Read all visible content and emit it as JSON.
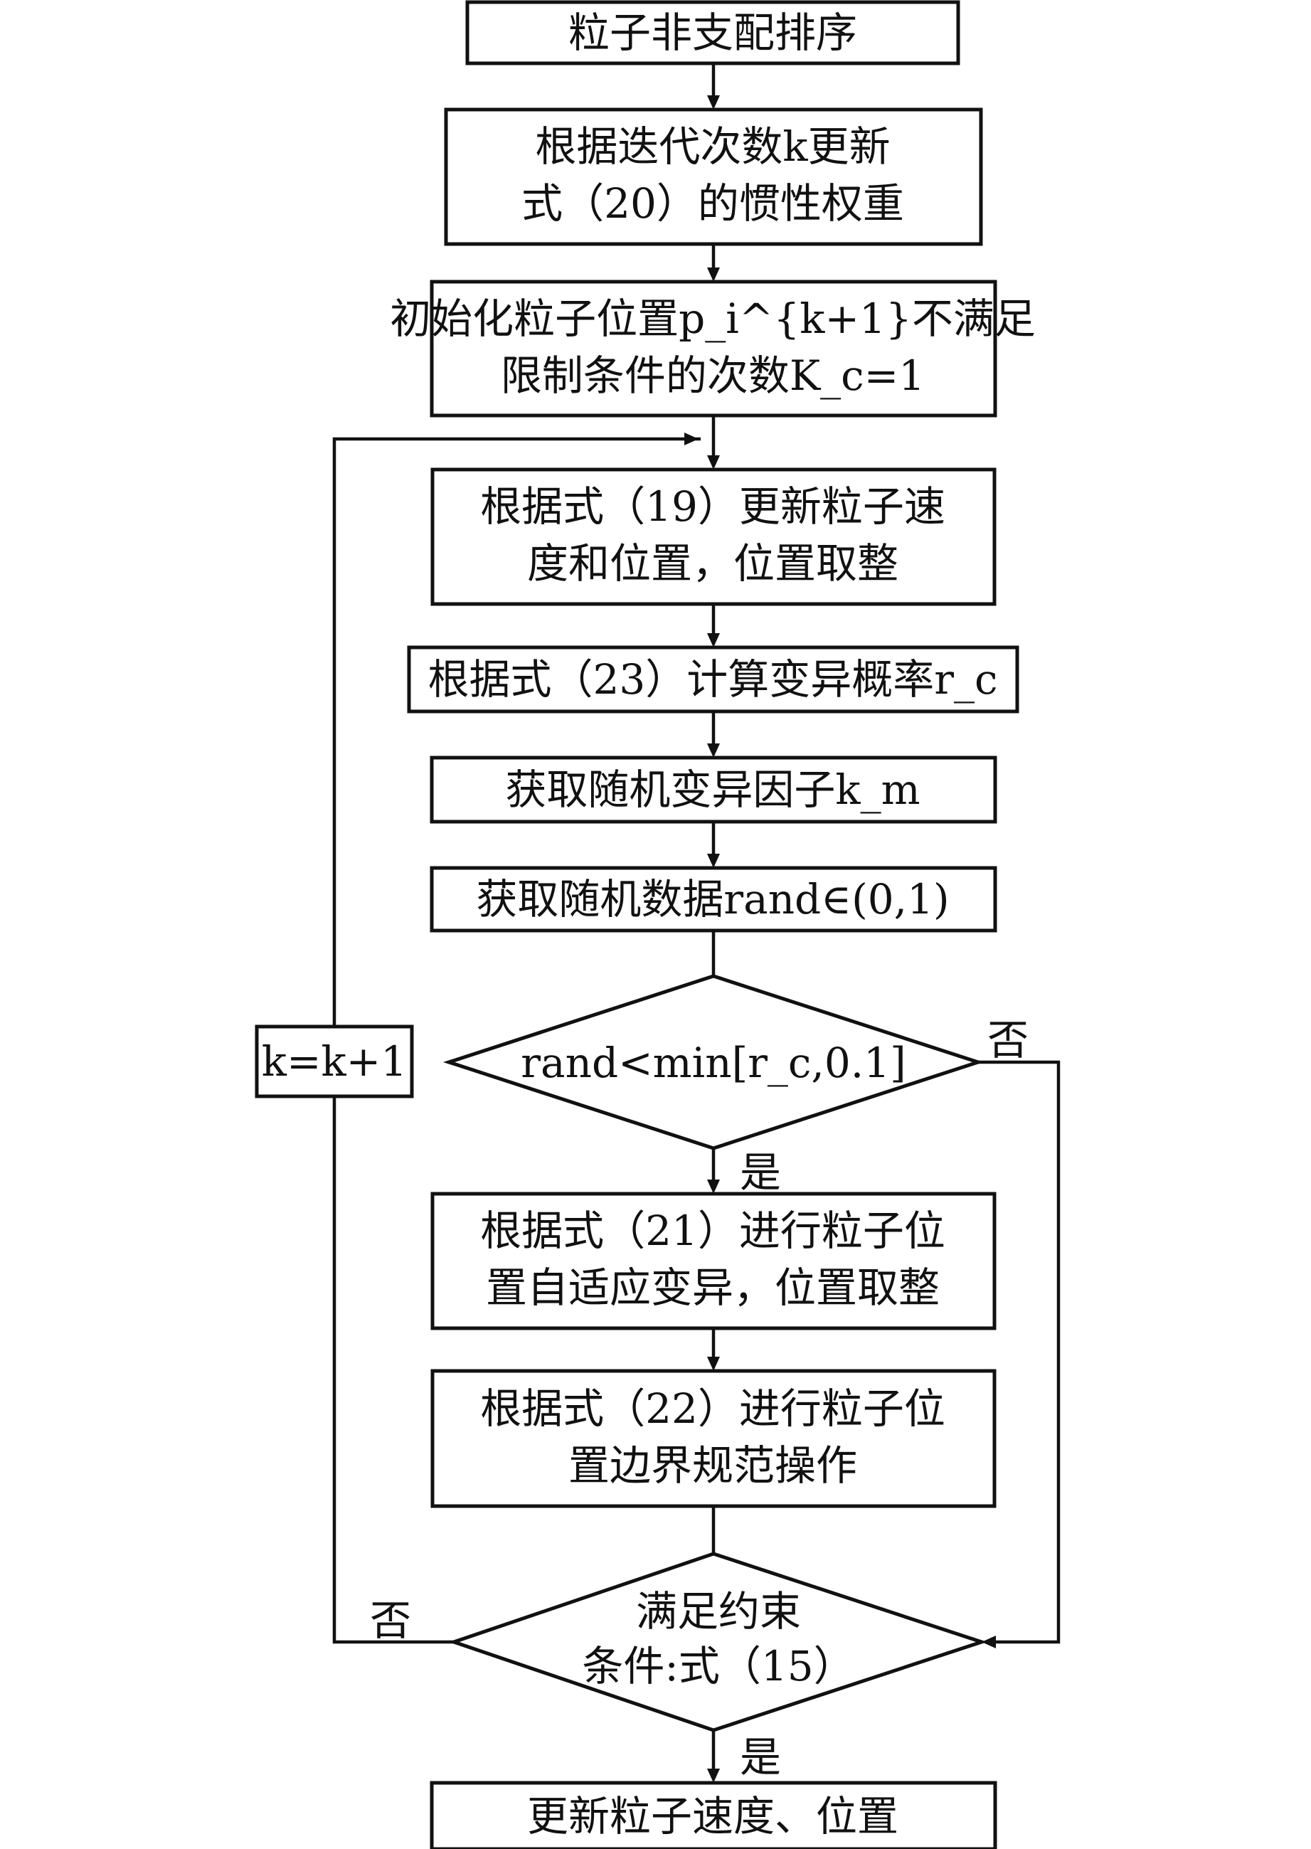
{
  "flowchart": {
    "nodes": {
      "n1": {
        "lines": [
          "粒子非支配排序"
        ]
      },
      "n2": {
        "lines": [
          "根据迭代次数k更新",
          "式（20）的惯性权重"
        ]
      },
      "n3": {
        "lines": [
          "初始化粒子位置p_i^{k+1}不满足",
          "限制条件的次数K_c=1"
        ]
      },
      "n4": {
        "lines": [
          "根据式（19）更新粒子速",
          "度和位置，位置取整"
        ]
      },
      "n5": {
        "lines": [
          "根据式（23）计算变异概率r_c"
        ]
      },
      "n6": {
        "lines": [
          "获取随机变异因子k_m"
        ]
      },
      "n7": {
        "lines": [
          "获取随机数据rand∈(0,1)"
        ]
      },
      "d1": {
        "lines": [
          "rand<min[r_c,0.1]"
        ]
      },
      "n8": {
        "lines": [
          "根据式（21）进行粒子位",
          "置自适应变异，位置取整"
        ]
      },
      "n9": {
        "lines": [
          "根据式（22）进行粒子位",
          "置边界规范操作"
        ]
      },
      "d2": {
        "lines": [
          "满足约束",
          "条件:式（15）"
        ]
      },
      "n10": {
        "lines": [
          "更新粒子速度、位置"
        ]
      },
      "loop": {
        "lines": [
          "k=k+1"
        ]
      }
    },
    "edge_labels": {
      "d1_no": "否",
      "d1_yes": "是",
      "d2_no": "否",
      "d2_yes": "是"
    }
  }
}
